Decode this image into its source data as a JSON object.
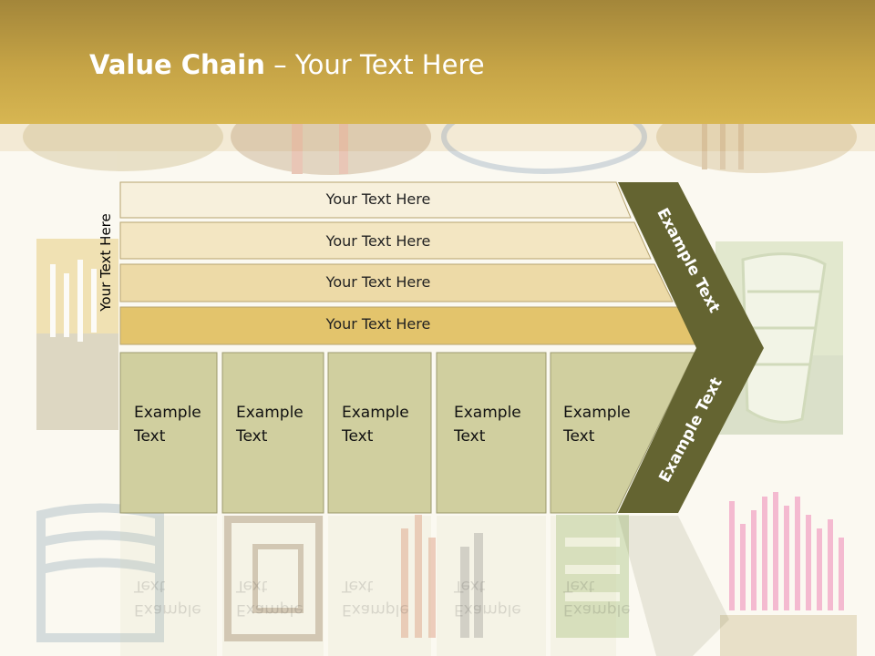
{
  "slide": {
    "title_bold": "Value Chain",
    "title_rest": " – Your Text Here",
    "side_label": "Your Text Here"
  },
  "rows": [
    {
      "label": "Your Text Here"
    },
    {
      "label": "Your Text Here"
    },
    {
      "label": "Your Text Here"
    },
    {
      "label": "Your Text Here"
    }
  ],
  "cells": [
    {
      "line1": "Example",
      "line2": "Text"
    },
    {
      "line1": "Example",
      "line2": "Text"
    },
    {
      "line1": "Example",
      "line2": "Text"
    },
    {
      "line1": "Example",
      "line2": "Text"
    },
    {
      "line1": "Example",
      "line2": "Text"
    }
  ],
  "chevron": {
    "upper_label": "Example Text",
    "lower_label": "Example Text"
  },
  "colors": {
    "header": "#c6a446",
    "row1": "#f7f0dc",
    "row2": "#f3e6c2",
    "row3": "#eddaa7",
    "row4": "#e3c46c",
    "cell": "#d0cf9f",
    "chevron": "#646431"
  }
}
